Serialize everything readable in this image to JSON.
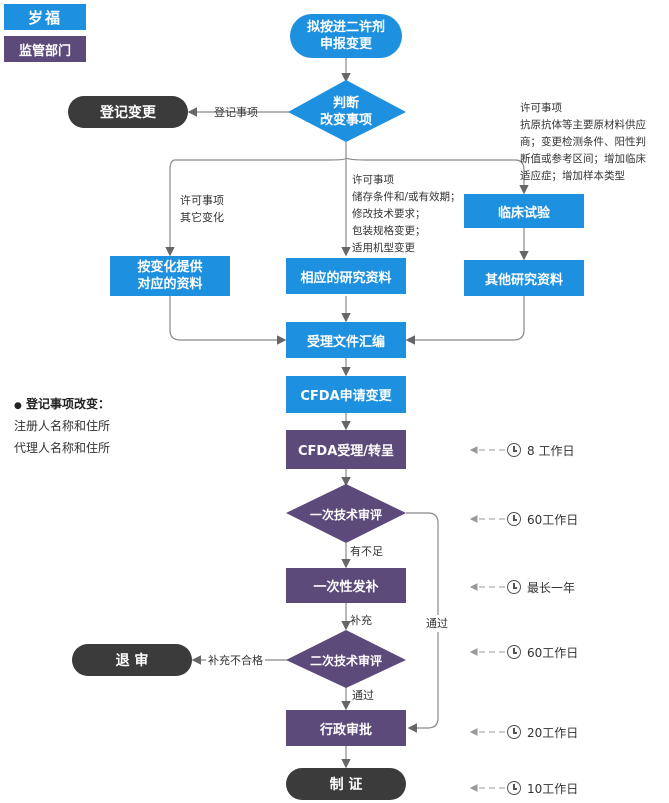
{
  "legend": {
    "brand": "岁福",
    "department": "监管部门"
  },
  "nodes": {
    "start": "拟按进二许剂\n申报变更",
    "judge": "判断\n改变事项",
    "register_change": "登记变更",
    "by_change": "按变化提供\n对应的资料",
    "research": "相应的研究资料",
    "clinical": "临床试验",
    "other_research": "其他研究资料",
    "compile": "受理文件汇编",
    "cfda_apply": "CFDA申请变更",
    "cfda_accept": "CFDA受理/转呈",
    "review1": "一次技术审评",
    "supplement": "一次性发补",
    "review2": "二次技术审评",
    "admin": "行政审批",
    "certificate": "制 证",
    "reject": "退 审"
  },
  "labels": {
    "register_item": "登记事项",
    "permit_other": "许可事项\n其它变化",
    "permit_mid": "许可事项\n储存条件和/或有效期；\n修改技术要求；\n包装规格变更；\n适用机型变更",
    "permit_right": "许可事项\n抗原抗体等主要原材料供应\n商；变更检测条件、阳性判\n断值或参考区间；增加临床\n适应症；增加样本类型",
    "insufficient": "有不足",
    "supplement_arrow": "补充",
    "pass_side": "通过",
    "pass_down": "通过",
    "supplement_fail": "补充不合格"
  },
  "register_notes": {
    "title": "登记事项改变：",
    "items": [
      "注册人名称和住所",
      "代理人名称和住所"
    ]
  },
  "timeline": [
    "8 工作日",
    "60工作日",
    "最长一年",
    "60工作日",
    "20工作日",
    "10工作日"
  ],
  "colors": {
    "blue": "#1e90e0",
    "purple": "#5b4a7a",
    "dark": "#3b3b3b",
    "line": "#888888"
  }
}
